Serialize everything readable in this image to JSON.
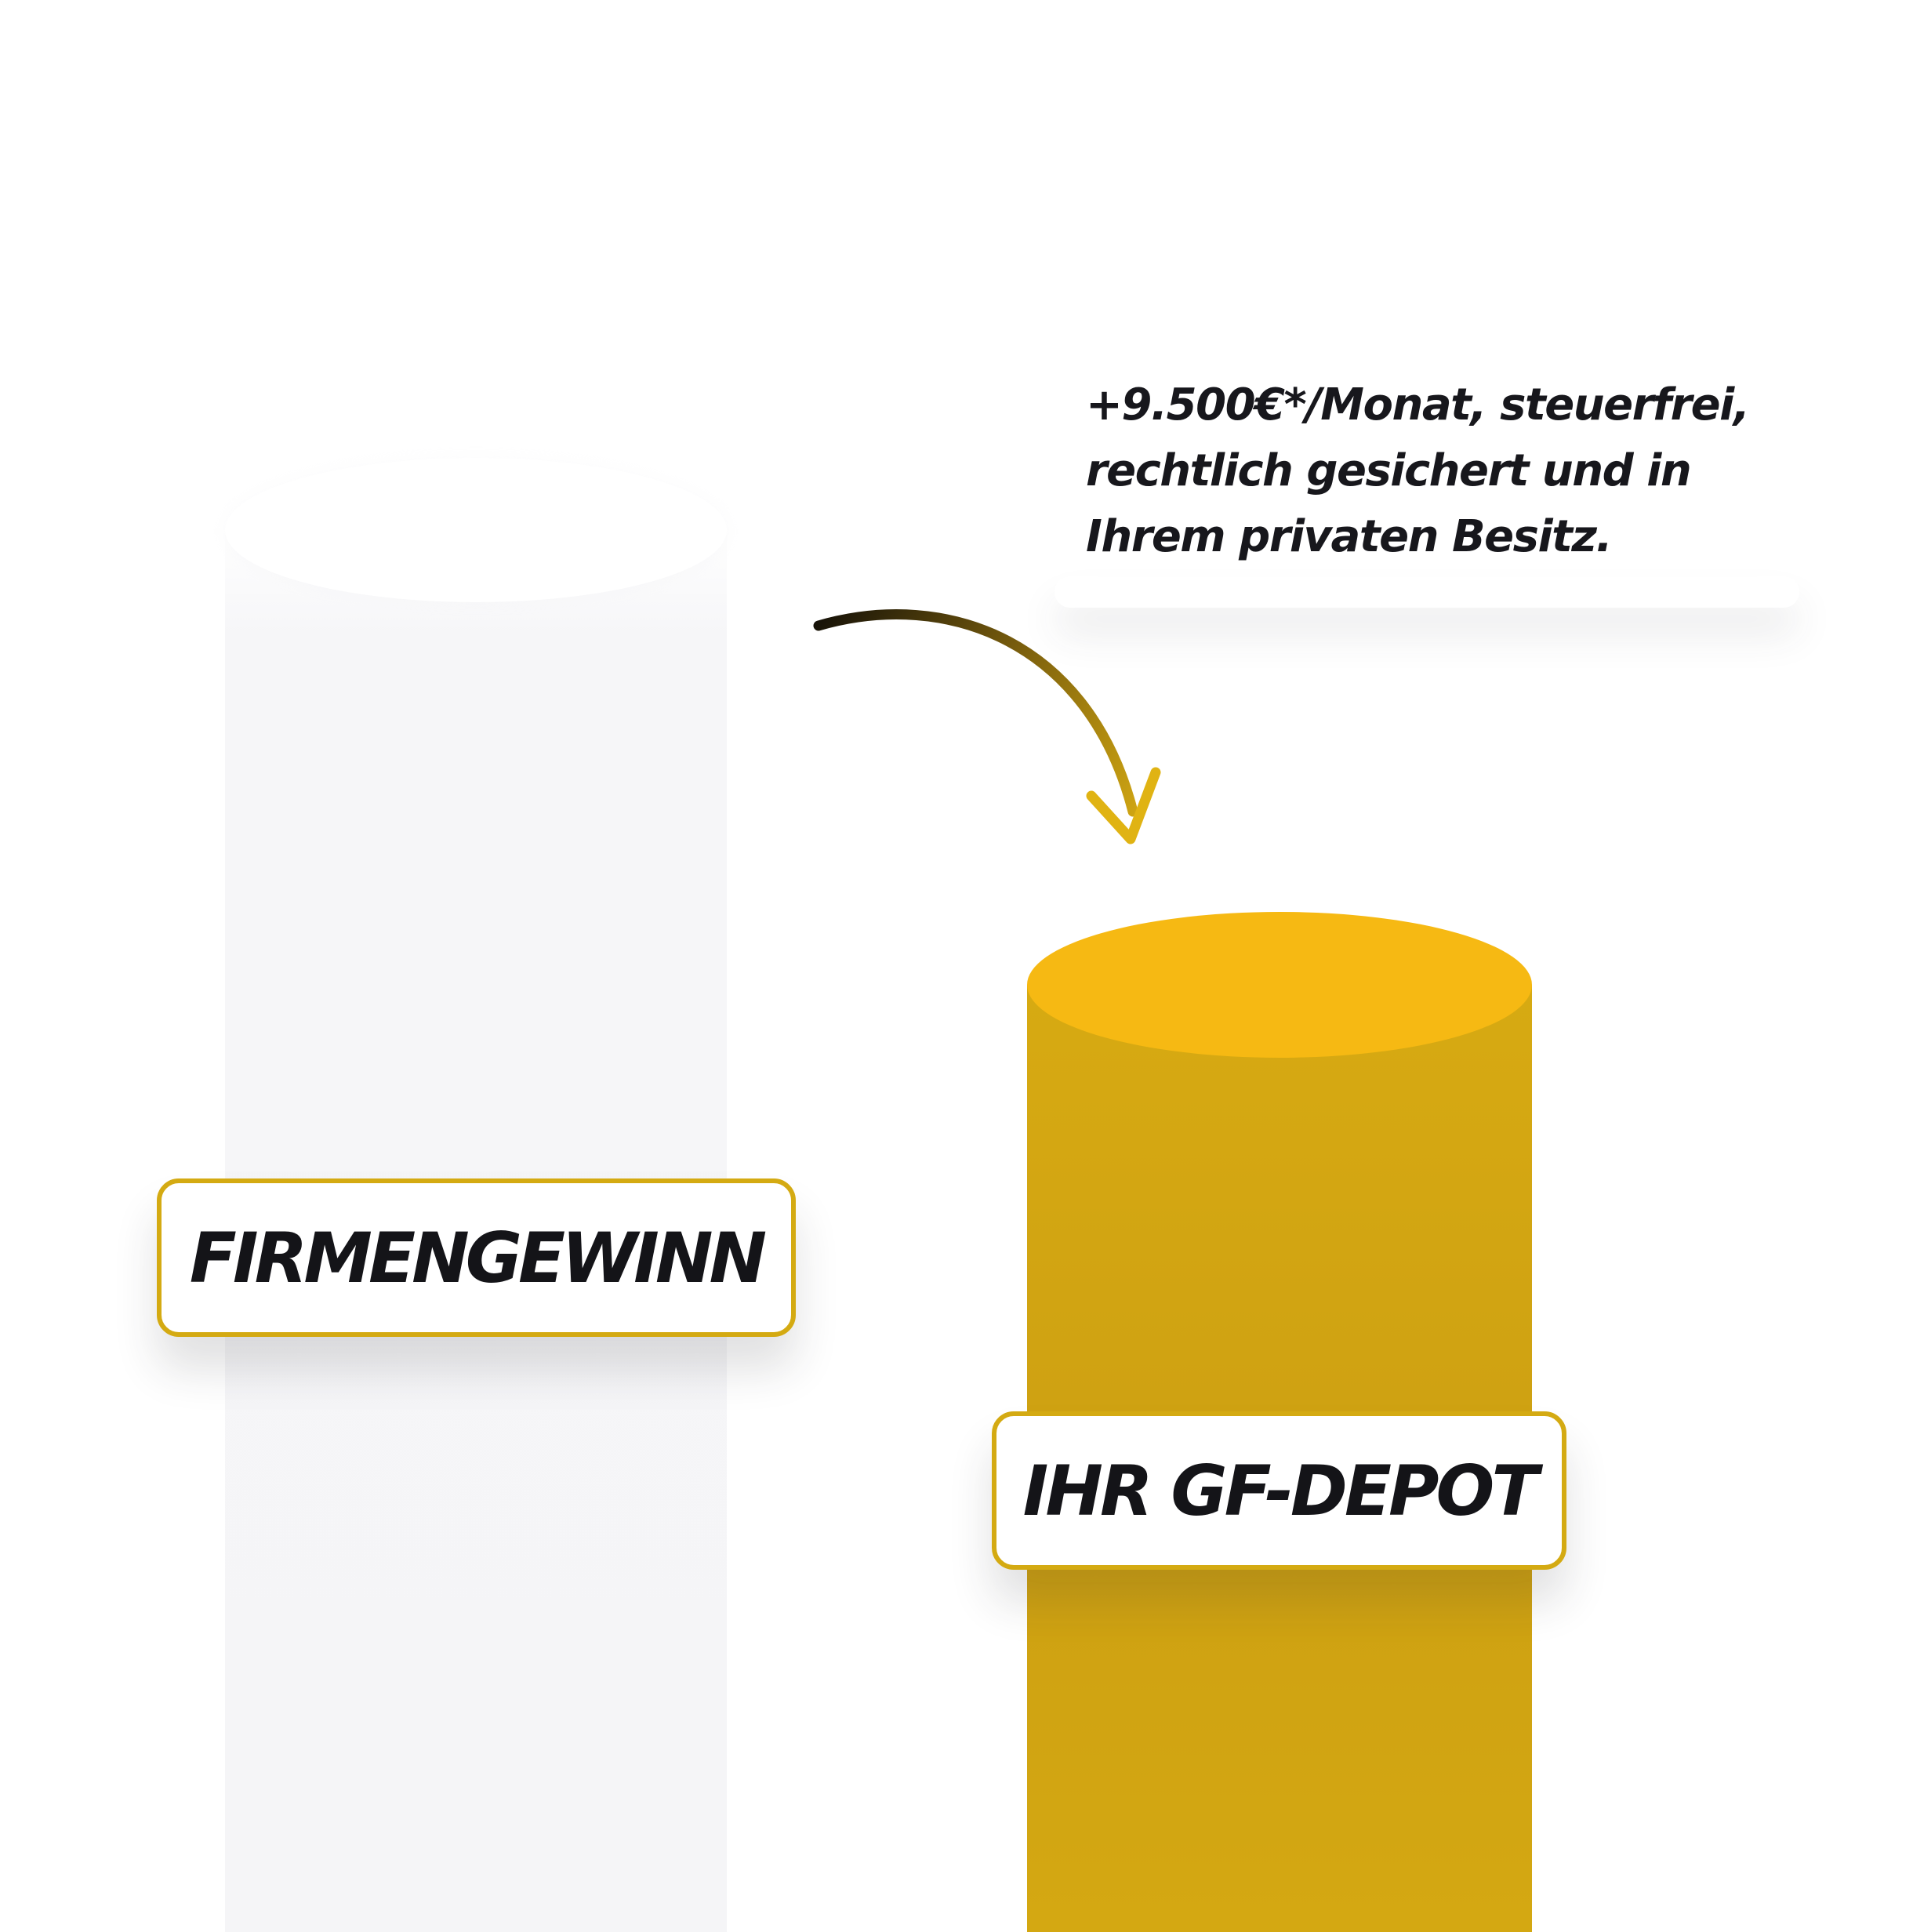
{
  "callout": {
    "lines": [
      "+9.500€*/Monat, steuerfrei,",
      "rechtlich gesichert und in",
      "Ihrem privaten Besitz."
    ]
  },
  "labels": {
    "left": "FIRMENGEWINN",
    "right": "IHR GF-DEPOT"
  },
  "colors": {
    "gold": "#d4aa12",
    "gold_top": "#f6b913",
    "gold_dark": "#c99b10",
    "ghost": "#f5f5f7",
    "ink": "#141418"
  },
  "icons": {
    "arrow": "curved-arrow-icon"
  }
}
